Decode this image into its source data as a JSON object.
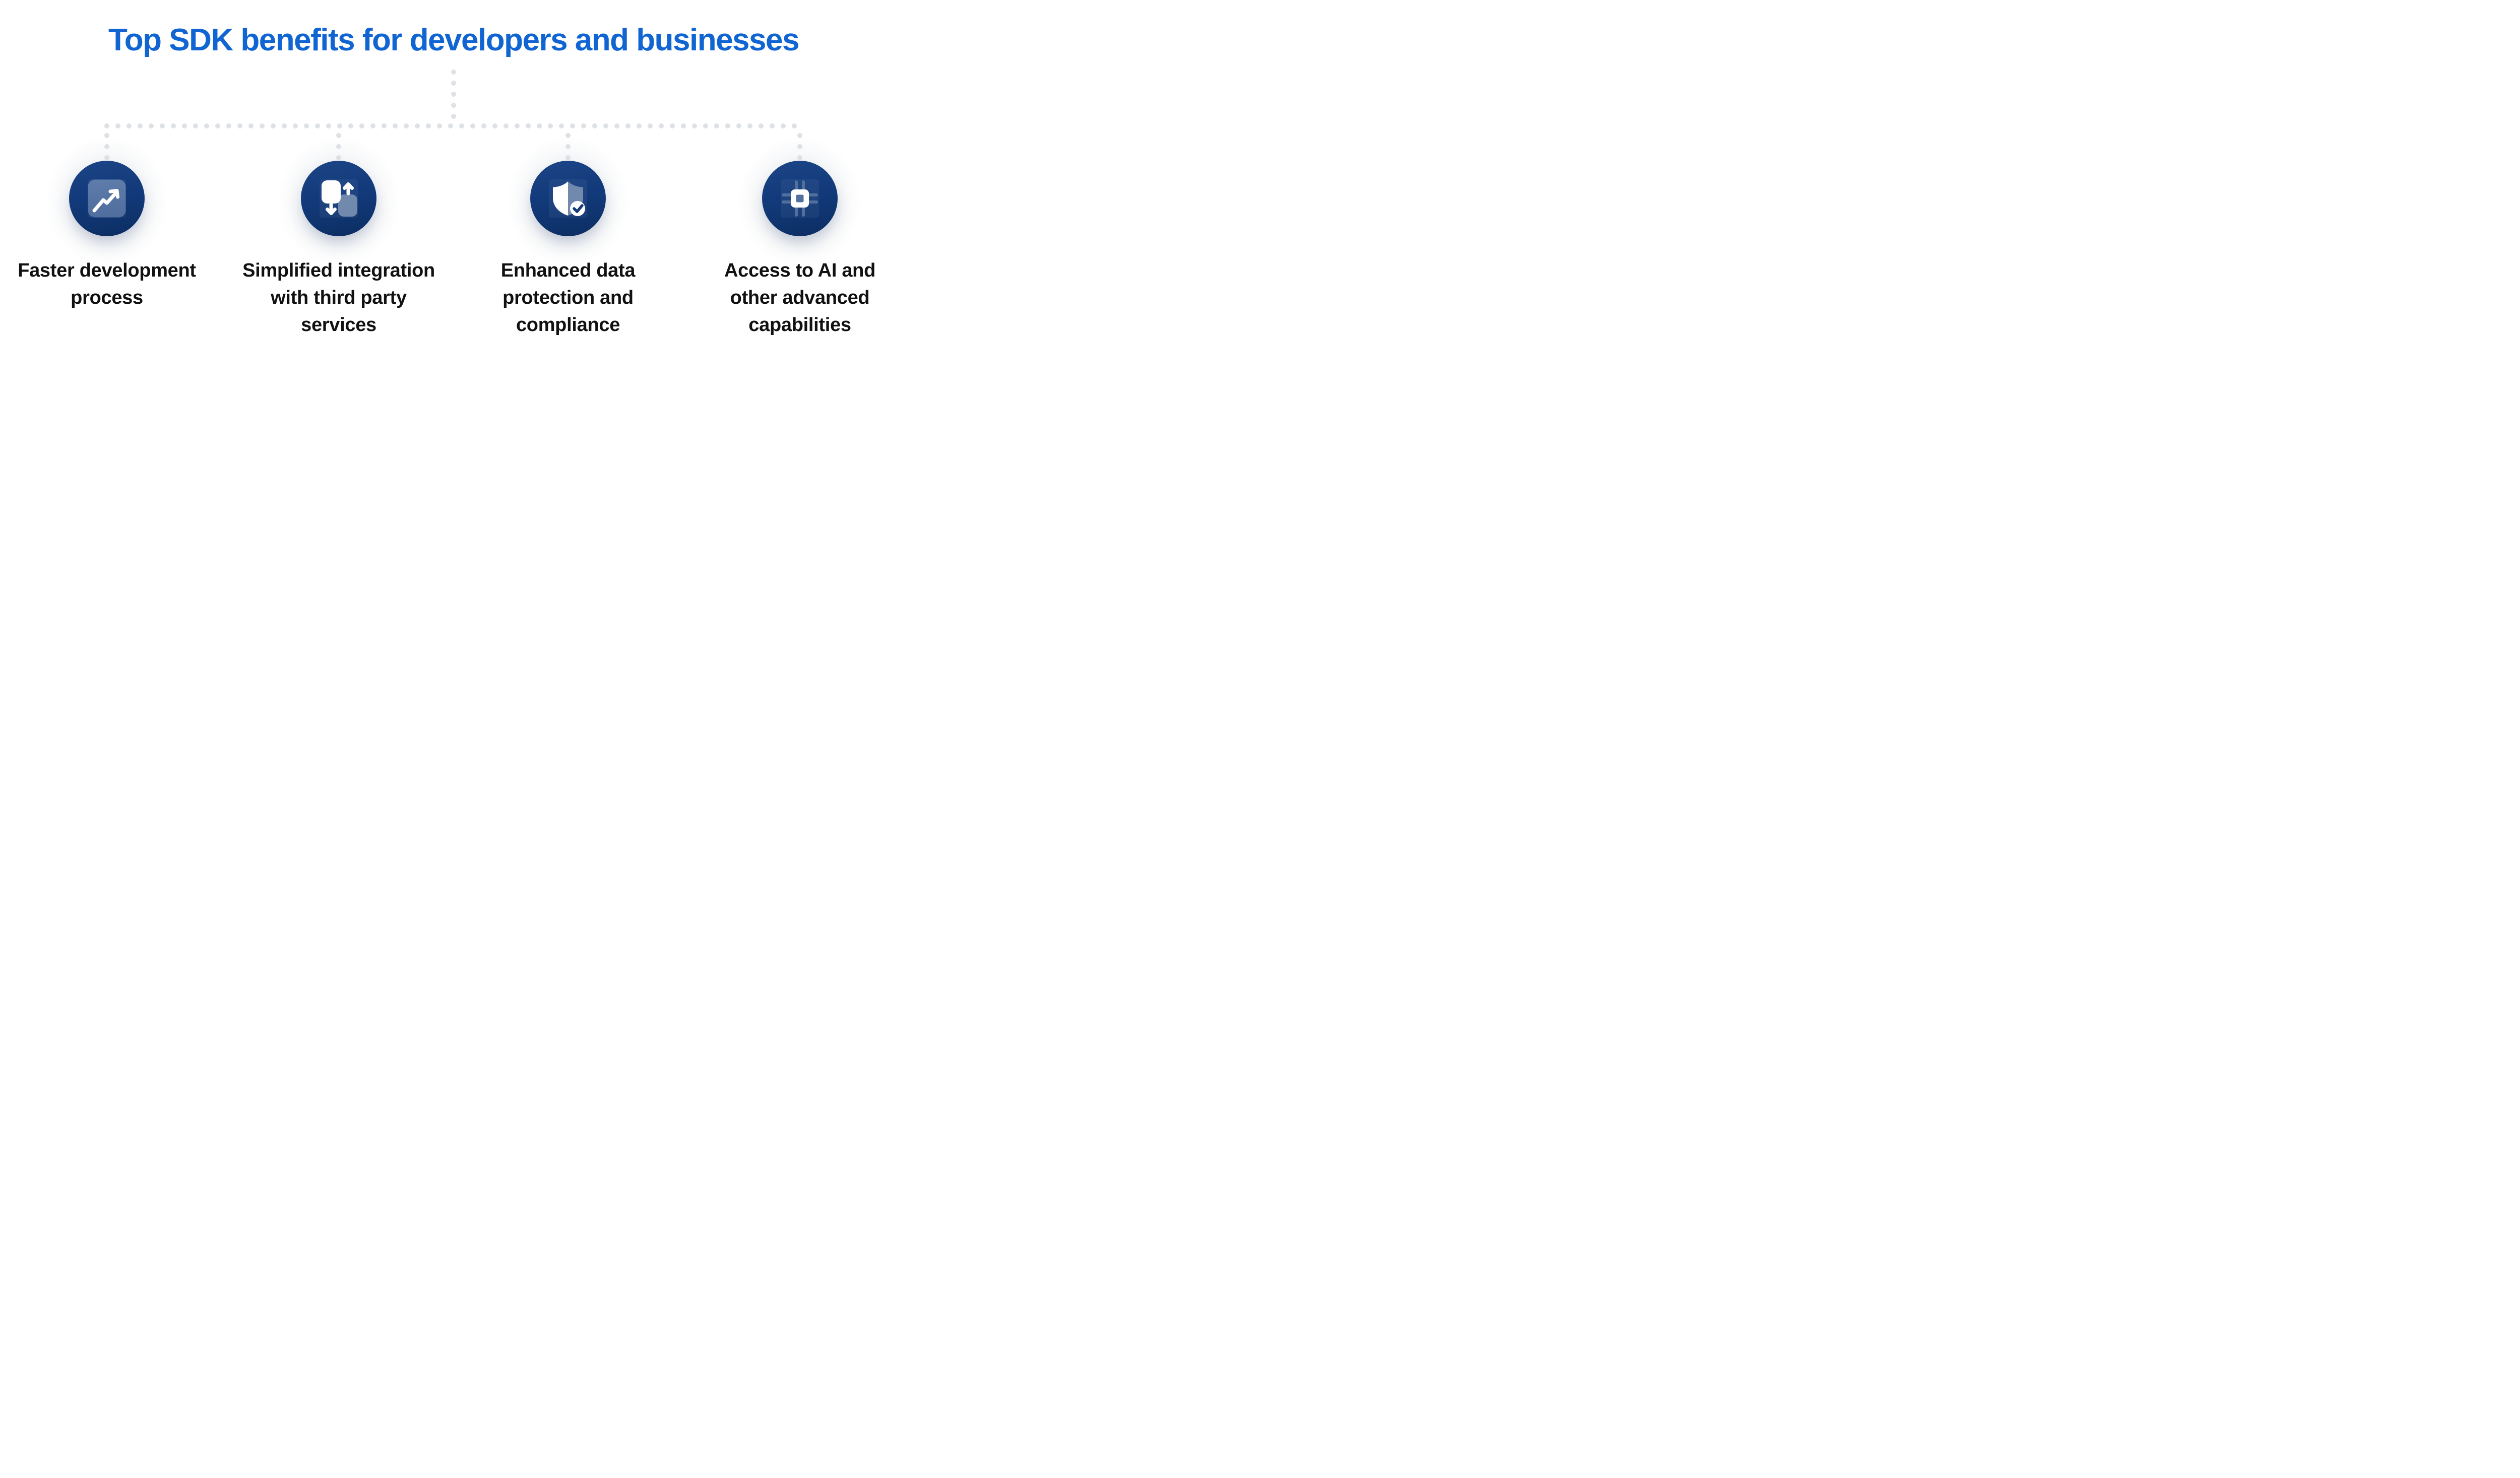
{
  "title": {
    "text": "Top SDK benefits for developers and businesses"
  },
  "benefits": [
    {
      "icon": "growth-chart-icon",
      "label_lines": [
        "Faster development",
        "process"
      ]
    },
    {
      "icon": "data-sync-icon",
      "label_lines": [
        "Simplified integration",
        "with third party",
        "services"
      ]
    },
    {
      "icon": "shield-check-icon",
      "label_lines": [
        "Enhanced data",
        "protection and",
        "compliance"
      ]
    },
    {
      "icon": "chip-icon",
      "label_lines": [
        "Access to AI and",
        "other advanced",
        "capabilities"
      ]
    }
  ],
  "colors": {
    "title_blue": "#1065d3",
    "label_black": "#111111",
    "dot_gray": "#dee2e7",
    "navy_top": "#1c4587",
    "navy_mid": "#123a7a",
    "navy_bottom": "#0c2d62",
    "slate": "#52709e",
    "slate_light": "#7089ad",
    "icon_square_top": "#5f7cab",
    "icon_square_bottom": "#4f6d9d",
    "check_navy": "#123a76",
    "halo_gray": "#b8c1cc"
  }
}
